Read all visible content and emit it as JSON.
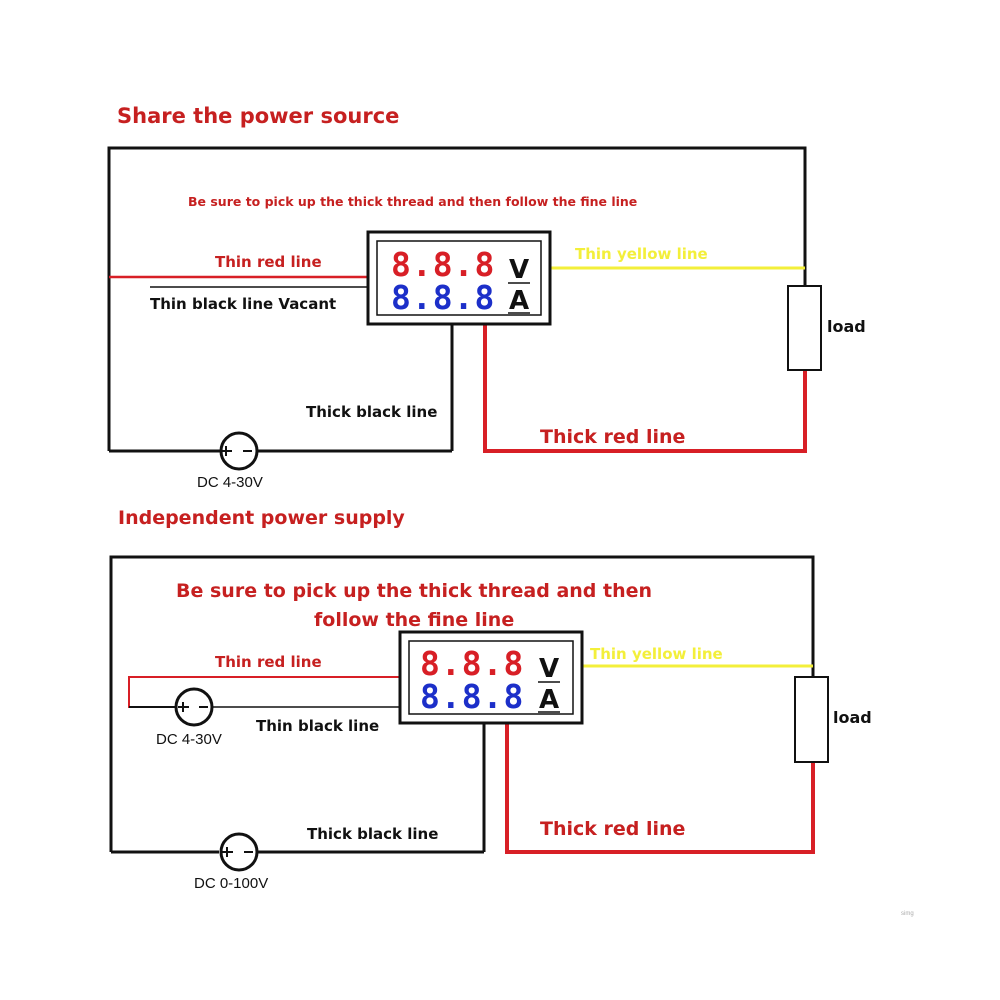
{
  "colors": {
    "red": "#d81f26",
    "dark_red": "#c62020",
    "black": "#111111",
    "yellow": "#f3ef3a",
    "blue": "#1c2fc9"
  },
  "top_diagram": {
    "heading": "Share the power source",
    "note": "Be sure to pick up the thick thread and then follow the fine line",
    "thin_red": "Thin red line",
    "thin_black": "Thin black line Vacant",
    "thin_yellow": "Thin yellow line",
    "thick_black": "Thick black line",
    "thick_red": "Thick red line",
    "load": "load",
    "source": "DC 4-30V",
    "display": {
      "volts": "8.8.8",
      "amps": "8.8.8",
      "unit_v": "V",
      "unit_a": "A"
    }
  },
  "bottom_diagram": {
    "heading": "Independent power supply",
    "note_line1": "Be sure to pick up the thick thread and then",
    "note_line2": "follow the fine line",
    "thin_red": "Thin red line",
    "thin_black": "Thin black line",
    "thin_yellow": "Thin yellow line",
    "thick_black": "Thick black line",
    "thick_red": "Thick red line",
    "load": "load",
    "aux_source": "DC 4-30V",
    "source": "DC 0-100V",
    "display": {
      "volts": "8.8.8",
      "amps": "8.8.8",
      "unit_v": "V",
      "unit_a": "A"
    }
  },
  "watermark": "simg"
}
